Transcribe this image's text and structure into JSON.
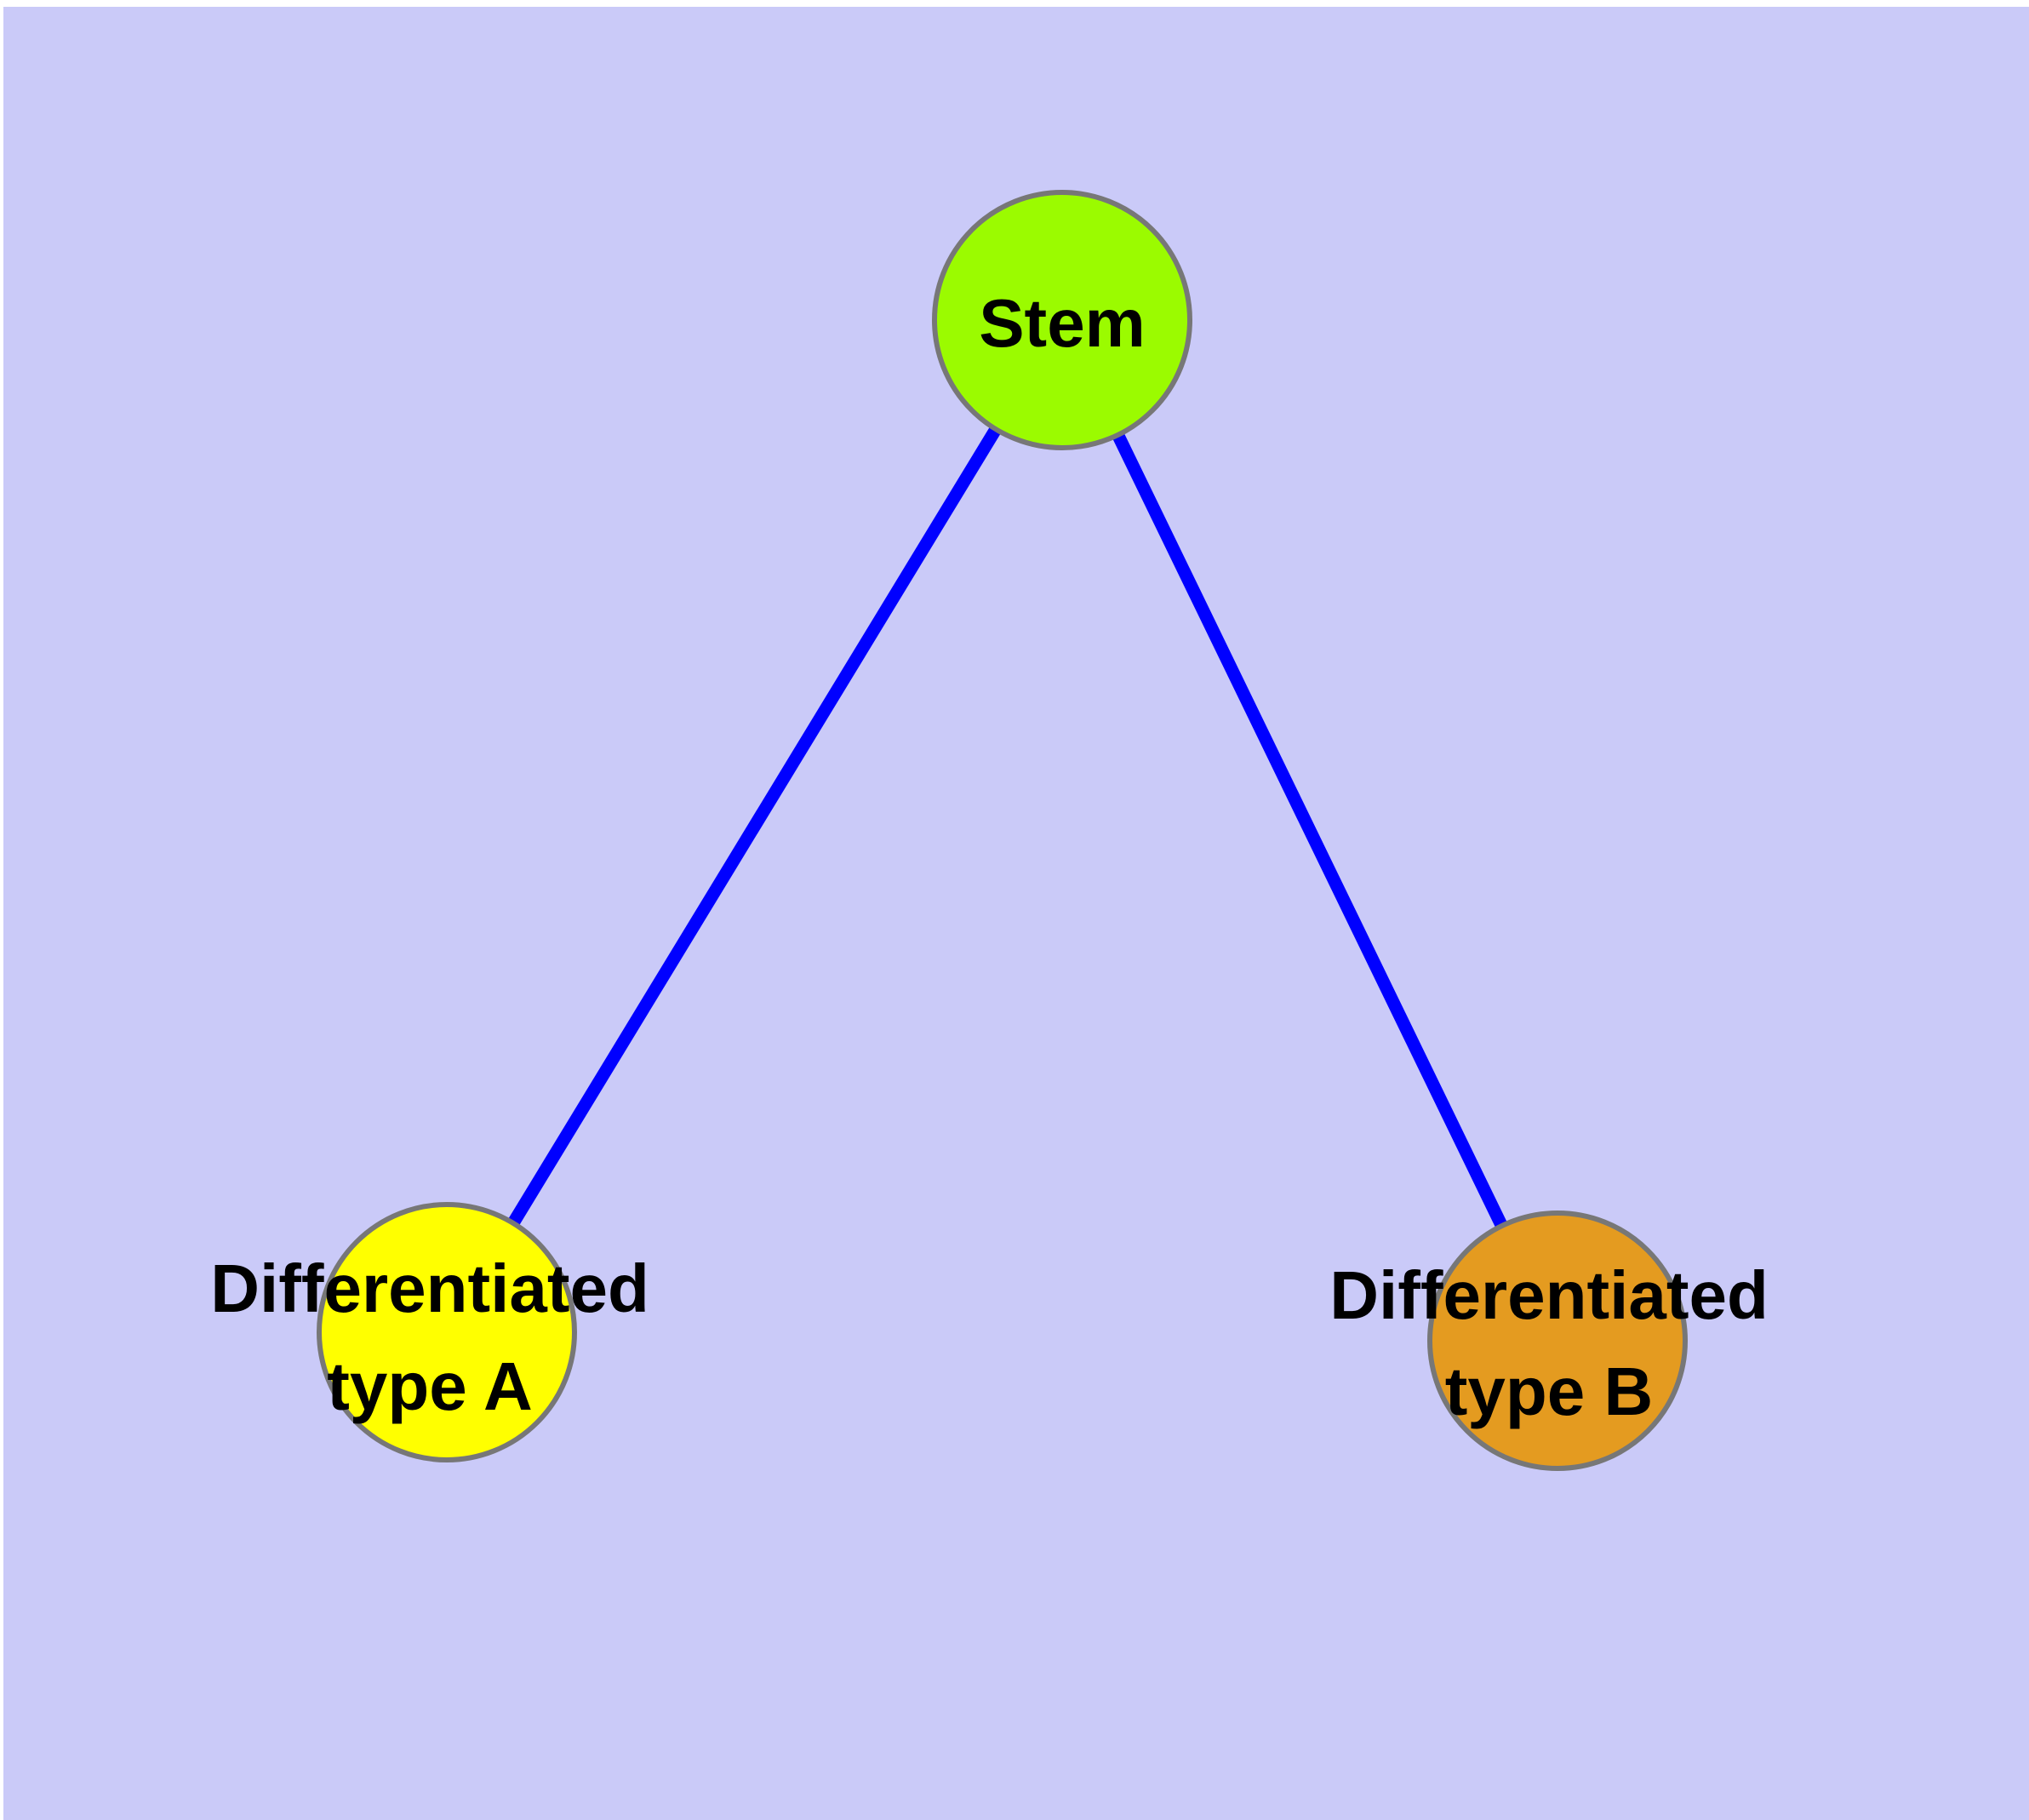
{
  "diagram": {
    "description": "Cell differentiation graph: a Stem node connected to two differentiated cell type nodes",
    "background_color": "#CACAF8",
    "margin_color": "#FFFFFF",
    "text_color": "#000000",
    "nodes": [
      {
        "id": "stem",
        "label": "Stem",
        "fill": "#9BFB00",
        "border_color": "#777777"
      },
      {
        "id": "differentiated-type-a",
        "label_line1": "Differentiated",
        "label_line2": "type A",
        "fill": "#FFFF00",
        "border_color": "#777777"
      },
      {
        "id": "differentiated-type-b",
        "label_line1": "Differentiated",
        "label_line2": "type B",
        "fill": "#E49B20",
        "border_color": "#777777"
      }
    ],
    "edges": [
      {
        "from": "Stem",
        "to": "Differentiated type A",
        "color": "#0000FF"
      },
      {
        "from": "Stem",
        "to": "Differentiated type B",
        "color": "#0000FF"
      }
    ]
  }
}
